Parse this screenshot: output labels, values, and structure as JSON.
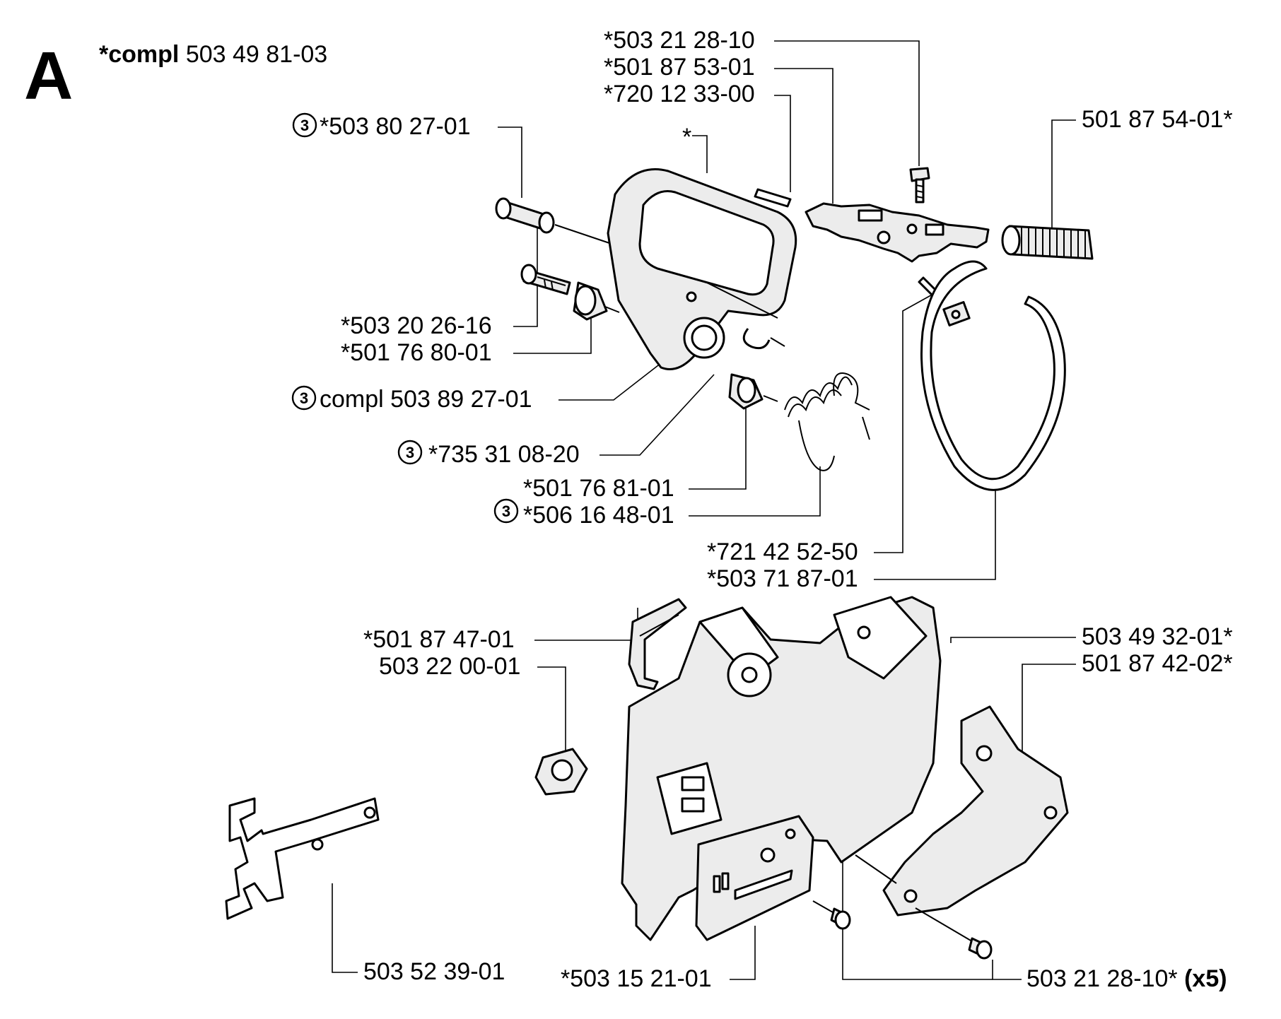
{
  "section_letter": "A",
  "header": {
    "prefix": "*compl",
    "part_number": "503 49 81-03"
  },
  "labels": {
    "l_503_21_28_10_top": "*503 21 28-10",
    "l_501_87_53_01": "*501 87 53-01",
    "l_720_12_33_00": "*720 12 33-00",
    "l_501_87_54_01": "501 87 54-01*",
    "l_503_80_27_01": "*503 80 27-01",
    "l_star": "*",
    "l_503_20_26_16": "*503 20 26-16",
    "l_501_76_80_01": "*501 76 80-01",
    "l_compl_503_89_27_01": "compl 503 89 27-01",
    "l_735_31_08_20": "*735 31 08-20",
    "l_501_76_81_01": "*501 76 81-01",
    "l_506_16_48_01": "*506 16 48-01",
    "l_721_42_52_50": "*721 42 52-50",
    "l_503_71_87_01": "*503 71 87-01",
    "l_501_87_47_01": "*501 87 47-01",
    "l_503_22_00_01": "503 22 00-01",
    "l_503_49_32_01": "503 49 32-01*",
    "l_501_87_42_02": "501 87 42-02*",
    "l_503_52_39_01": "503 52 39-01",
    "l_503_15_21_01": "*503 15 21-01",
    "l_503_21_28_10_bottom": "503 21 28-10*",
    "l_qty_x5": "(x5)"
  },
  "callout_number": "3"
}
